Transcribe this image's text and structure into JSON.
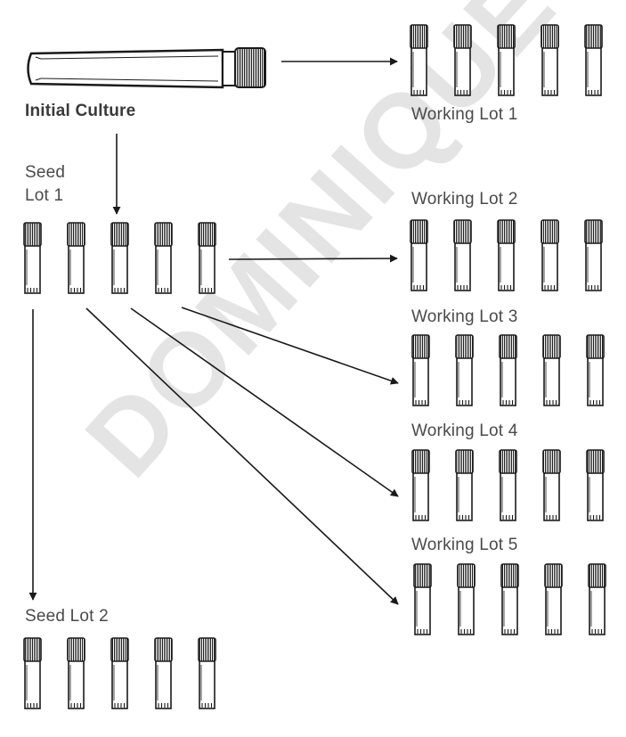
{
  "labels": {
    "initial_culture": "Initial Culture",
    "seed_lot_1": [
      "Seed",
      "Lot 1"
    ],
    "seed_lot_2": "Seed Lot 2",
    "working_lot_1": "Working Lot 1",
    "working_lot_2": "Working Lot 2",
    "working_lot_3": "Working Lot 3",
    "working_lot_4": "Working Lot 4",
    "working_lot_5": "Working Lot 5"
  },
  "watermark": "DOMINIQUE DU",
  "groups": [
    {
      "name": "initial-culture",
      "vial_count": 1
    },
    {
      "name": "seed-lot-1",
      "vial_count": 5
    },
    {
      "name": "seed-lot-2",
      "vial_count": 5
    },
    {
      "name": "working-lot-1",
      "vial_count": 5
    },
    {
      "name": "working-lot-2",
      "vial_count": 5
    },
    {
      "name": "working-lot-3",
      "vial_count": 5
    },
    {
      "name": "working-lot-4",
      "vial_count": 5
    },
    {
      "name": "working-lot-5",
      "vial_count": 5
    }
  ],
  "colors": {
    "line": "#1a1a1a",
    "label": "#4a4a4a",
    "watermark": "#e4e4e4"
  }
}
